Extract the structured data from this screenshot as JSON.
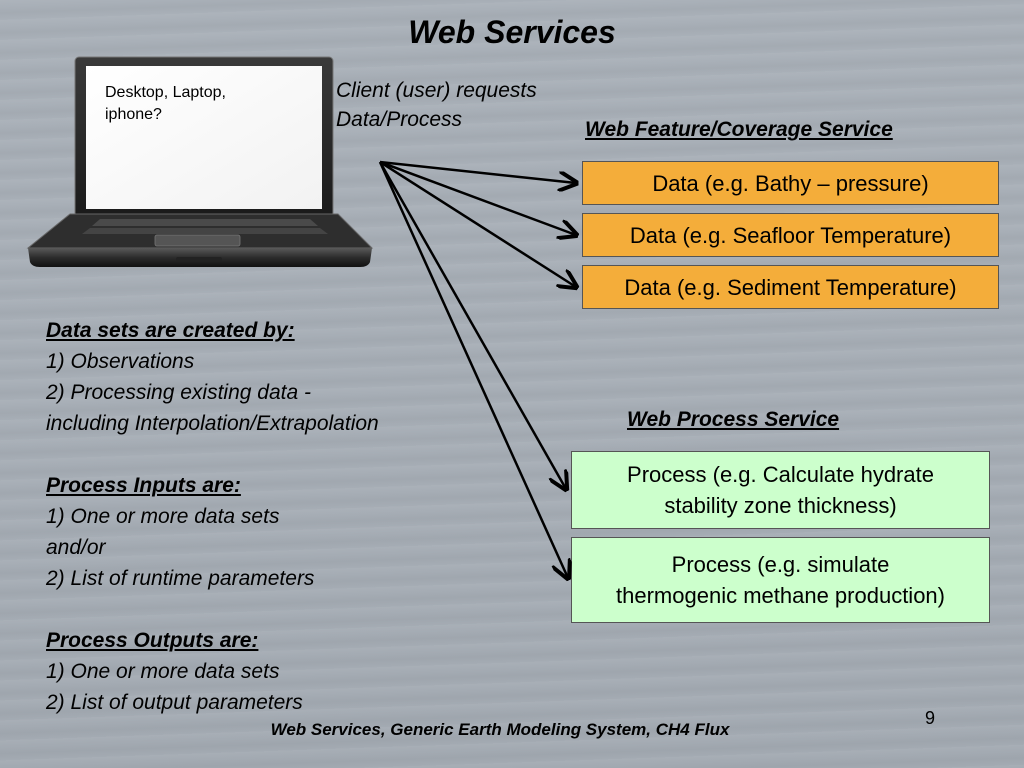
{
  "title": "Web Services",
  "laptop": {
    "screen_text": "Desktop, Laptop, iphone?"
  },
  "client": {
    "line1": "Client (user) requests",
    "line2": "Data/Process"
  },
  "wfcs": {
    "heading": "Web Feature/Coverage Service",
    "items": [
      "Data (e.g. Bathy – pressure)",
      "Data (e.g. Seafloor Temperature)",
      "Data (e.g. Sediment Temperature)"
    ],
    "color": "#f4ad3a"
  },
  "wps": {
    "heading": "Web Process Service",
    "items": [
      {
        "line1": "Process (e.g. Calculate hydrate",
        "line2": "stability zone thickness)"
      },
      {
        "line1": "Process (e.g. simulate",
        "line2": "thermogenic methane production)"
      }
    ],
    "color": "#ccffcc"
  },
  "notes": {
    "created_heading": "Data sets are created by:",
    "created_items": [
      "1) Observations",
      "2) Processing existing data -",
      "including Interpolation/Extrapolation"
    ],
    "inputs_heading": "Process Inputs are:",
    "inputs_items": [
      "1) One or more data sets",
      "and/or",
      "2) List of runtime parameters"
    ],
    "outputs_heading": "Process Outputs are:",
    "outputs_items": [
      "1) One or more data sets",
      "2) List of output parameters"
    ]
  },
  "footer": "Web Services, Generic Earth Modeling System, CH4 Flux",
  "page_number": "9"
}
